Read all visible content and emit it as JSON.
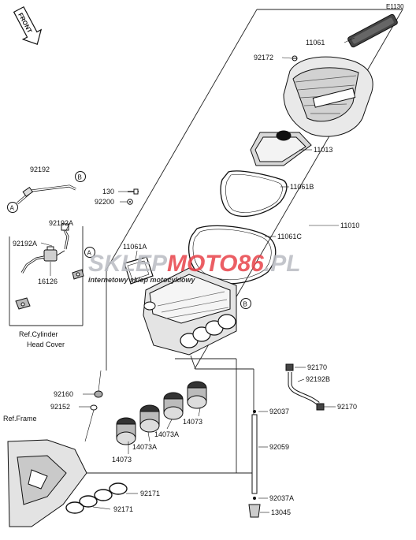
{
  "diagram_code": "E1130",
  "front_label": "FRONT",
  "watermark": {
    "brand_left": "SKLEP",
    "brand_mid": "MOTO",
    "brand_num": "86",
    "brand_tld": ".PL",
    "tagline": "internetowy sklep motocyklowy",
    "accent_color": "#e8424a",
    "grey_color": "#b9bcc2"
  },
  "callouts": {
    "A": "A",
    "B": "B"
  },
  "parts": [
    {
      "id": "p11061",
      "label": "11061"
    },
    {
      "id": "p92172",
      "label": "92172"
    },
    {
      "id": "p11013",
      "label": "11013"
    },
    {
      "id": "p11061B",
      "label": "11061B"
    },
    {
      "id": "p11061C",
      "label": "11061C"
    },
    {
      "id": "p11010",
      "label": "11010"
    },
    {
      "id": "p92192",
      "label": "92192"
    },
    {
      "id": "p130",
      "label": "130"
    },
    {
      "id": "p92200",
      "label": "92200"
    },
    {
      "id": "p92192A_top",
      "label": "92192A"
    },
    {
      "id": "p92192A_left",
      "label": "92192A"
    },
    {
      "id": "p16126",
      "label": "16126"
    },
    {
      "id": "p11061A",
      "label": "11061A"
    },
    {
      "id": "p92170_a",
      "label": "92170"
    },
    {
      "id": "p92192B",
      "label": "92192B"
    },
    {
      "id": "p92170_b",
      "label": "92170"
    },
    {
      "id": "p92160",
      "label": "92160"
    },
    {
      "id": "p92152",
      "label": "92152"
    },
    {
      "id": "p92037",
      "label": "92037"
    },
    {
      "id": "p14073_r",
      "label": "14073"
    },
    {
      "id": "p14073A_r",
      "label": "14073A"
    },
    {
      "id": "p14073A_l",
      "label": "14073A"
    },
    {
      "id": "p14073_l",
      "label": "14073"
    },
    {
      "id": "p92059",
      "label": "92059"
    },
    {
      "id": "p92171_a",
      "label": "92171"
    },
    {
      "id": "p92171_b",
      "label": "92171"
    },
    {
      "id": "p92037A",
      "label": "92037A"
    },
    {
      "id": "p13045",
      "label": "13045"
    }
  ],
  "ref_cylinder_line1": "Ref.Cylinder",
  "ref_cylinder_line2": "Head Cover",
  "ref_frame": "Ref.Frame"
}
